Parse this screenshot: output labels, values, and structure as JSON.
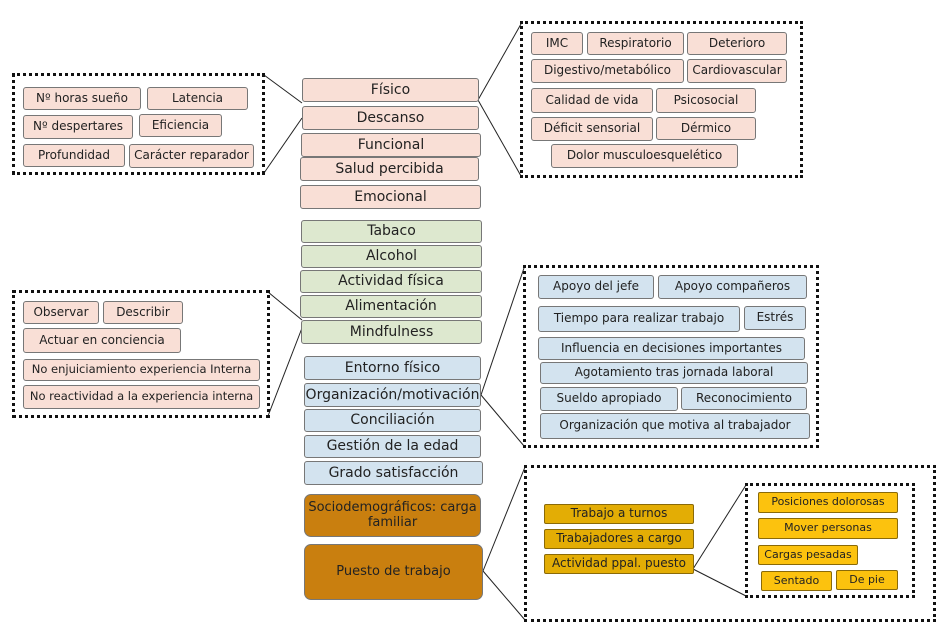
{
  "colors": {
    "pink": "#f9dfd6",
    "green": "#dde8cf",
    "blue": "#d3e3ef",
    "brown": "#c97f0f",
    "gold": "#e3ad05",
    "yellow": "#fcc20e"
  },
  "center": {
    "pink": [
      "Físico",
      "Descanso",
      "Funcional",
      "Salud percibida",
      "Emocional"
    ],
    "green": [
      "Tabaco",
      "Alcohol",
      "Actividad física",
      "Alimentación",
      "Mindfulness"
    ],
    "blue": [
      "Entorno físico",
      "Organización/motivación",
      "Conciliación",
      "Gestión de la edad",
      "Grado satisfacción"
    ],
    "brown": [
      "Sociodemográficos: carga familiar",
      "Puesto de trabajo"
    ]
  },
  "sleep": [
    "Nº horas sueño",
    "Latencia",
    "Nº despertares",
    "Eficiencia",
    "Profundidad",
    "Carácter reparador"
  ],
  "physical": [
    "IMC",
    "Respiratorio",
    "Deterioro",
    "Digestivo/metabólico",
    "Cardiovascular",
    "Calidad de vida",
    "Psicosocial",
    "Déficit sensorial",
    "Dérmico",
    "Dolor musculoesquelético"
  ],
  "mindfulness": [
    "Observar",
    "Describir",
    "Actuar en conciencia",
    "No enjuiciamiento experiencia Interna",
    "No reactividad a la experiencia interna"
  ],
  "organization": [
    "Apoyo del jefe",
    "Apoyo compañeros",
    "Tiempo para realizar trabajo",
    "Estrés",
    "Influencia en decisiones importantes",
    "Agotamiento tras jornada laboral",
    "Sueldo apropiado",
    "Reconocimiento",
    "Organización que motiva al trabajador"
  ],
  "job": [
    "Trabajo a turnos",
    "Trabajadores a cargo",
    "Actividad ppal. puesto"
  ],
  "activity": [
    "Posiciones dolorosas",
    "Mover personas",
    "Cargas pesadas",
    "Sentado",
    "De pie"
  ]
}
